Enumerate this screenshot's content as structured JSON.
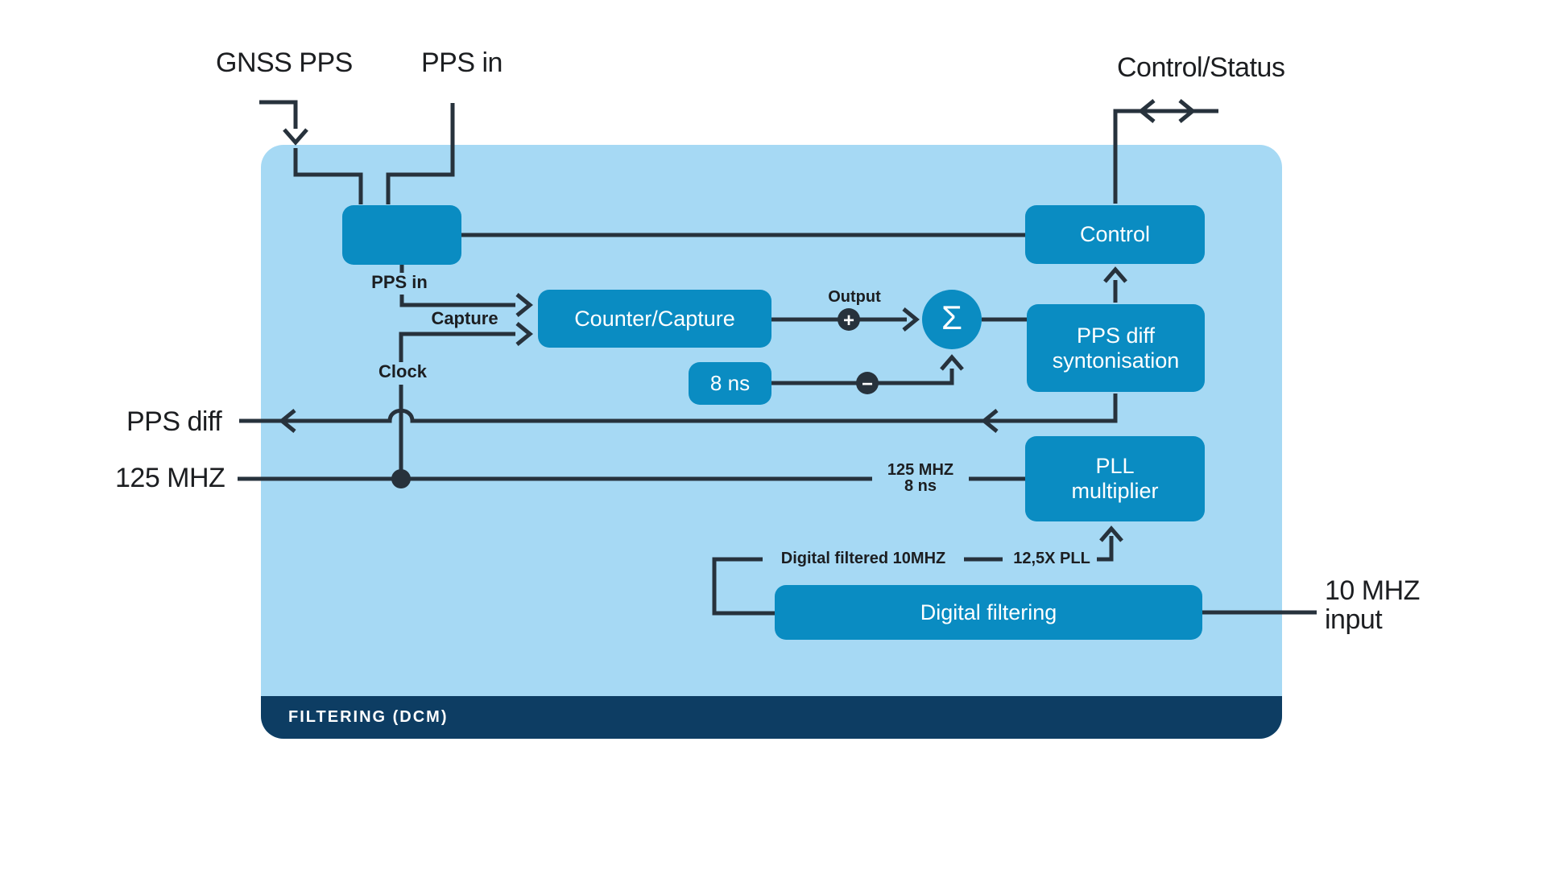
{
  "colors": {
    "page_background": "#ffffff",
    "panel_fill": "#a6d9f4",
    "block_fill": "#0a8cc2",
    "footer_fill": "#0d3d63",
    "wire": "#27323c",
    "label_text": "#1c1e21",
    "block_text": "#ffffff"
  },
  "external_labels": {
    "gnss_pps": "GNSS PPS",
    "pps_in": "PPS in",
    "control_status": "Control/Status",
    "pps_diff": "PPS diff",
    "mhz_125": "125 MHZ",
    "mhz_10_line1": "10 MHZ",
    "mhz_10_line2": "input"
  },
  "panel": {
    "footer_label": "FILTERING (DCM)"
  },
  "blocks": {
    "control": "Control",
    "counter_capture": "Counter/Capture",
    "delay_8ns": "8 ns",
    "sum_symbol": "Σ",
    "pps_diff_synt_line1": "PPS diff",
    "pps_diff_synt_line2": "syntonisation",
    "pll_line1": "PLL",
    "pll_line2": "multiplier",
    "digital_filtering": "Digital filtering"
  },
  "wire_labels": {
    "pps_in": "PPS in",
    "capture": "Capture",
    "clock": "Clock",
    "output": "Output",
    "plus": "+",
    "minus": "−",
    "mhz_125_line1": "125 MHZ",
    "mhz_125_line2": "8 ns",
    "digital_filtered": "Digital filtered 10MHZ",
    "pll_ratio": "12,5X PLL"
  }
}
